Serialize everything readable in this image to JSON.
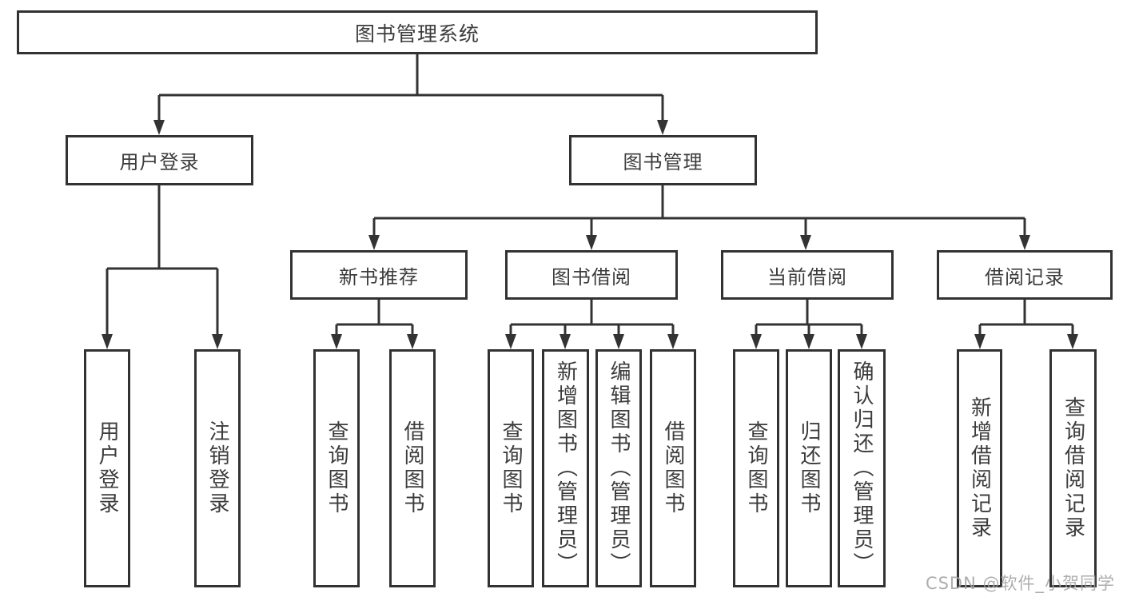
{
  "tree": {
    "label": "图书管理系统",
    "children": [
      {
        "label": "用户登录",
        "children": [
          {
            "label": "用户登录"
          },
          {
            "label": "注销登录"
          }
        ]
      },
      {
        "label": "图书管理",
        "children": [
          {
            "label": "新书推荐",
            "children": [
              {
                "label": "查询图书"
              },
              {
                "label": "借阅图书"
              }
            ]
          },
          {
            "label": "图书借阅",
            "children": [
              {
                "label": "查询图书"
              },
              {
                "label": "新增图书（管理员）"
              },
              {
                "label": "编辑图书（管理员）"
              },
              {
                "label": "借阅图书"
              }
            ]
          },
          {
            "label": "当前借阅",
            "children": [
              {
                "label": "查询图书"
              },
              {
                "label": "归还图书"
              },
              {
                "label": "确认归还（管理员）"
              }
            ]
          },
          {
            "label": "借阅记录",
            "children": [
              {
                "label": "新增借阅记录"
              },
              {
                "label": "查询借阅记录"
              }
            ]
          }
        ]
      }
    ]
  },
  "watermark": {
    "text": "CSDN @软件_小贺同学"
  },
  "colors": {
    "box_border": "#323232",
    "connector": "#333333",
    "text": "#3c3c3c",
    "watermark": "#a3a3a3",
    "background": "#ffffff"
  }
}
